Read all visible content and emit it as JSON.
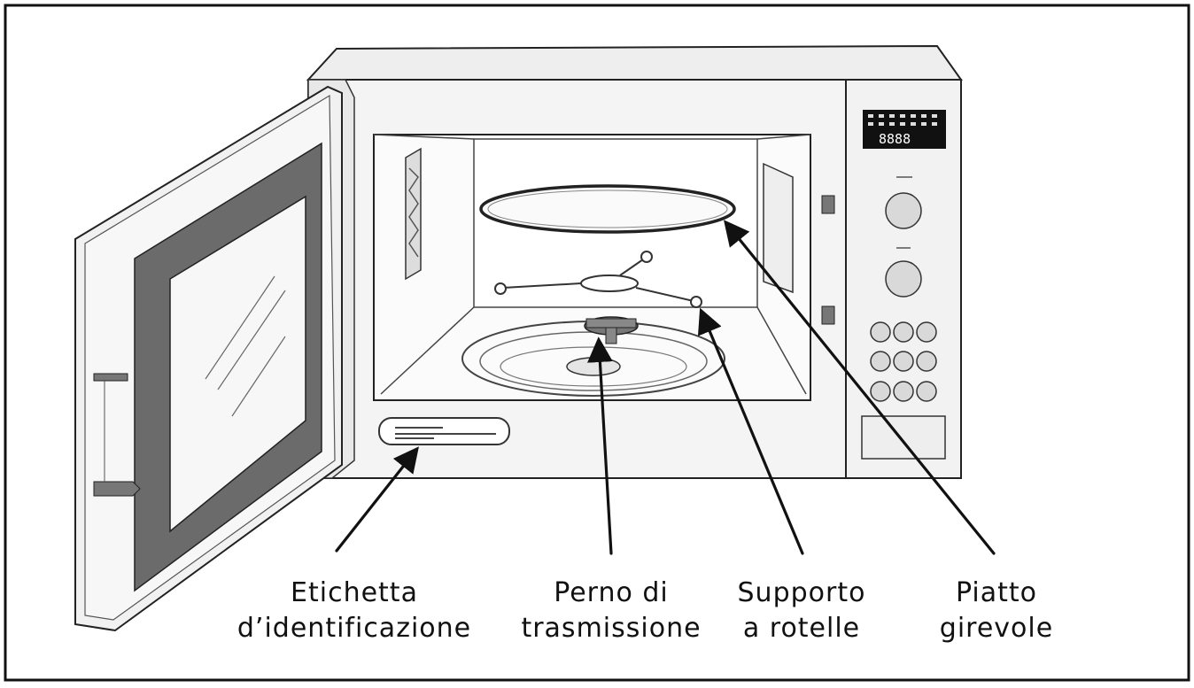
{
  "labels": {
    "identification_label": {
      "line1": "Etichetta",
      "line2": "d’identificazione"
    },
    "drive_shaft": {
      "line1": "Perno di",
      "line2": "trasmissione"
    },
    "roller_support": {
      "line1": "Supporto",
      "line2": "a rotelle"
    },
    "turntable": {
      "line1": "Piatto",
      "line2": "girevole"
    }
  },
  "colors": {
    "frame": "#111111",
    "body_fill": "#f4f4f4",
    "cavity_fill": "#fbfbfb",
    "door_gasket": "#6b6b6b",
    "button_fill": "#d9d9d9",
    "display_fill": "#111111"
  }
}
